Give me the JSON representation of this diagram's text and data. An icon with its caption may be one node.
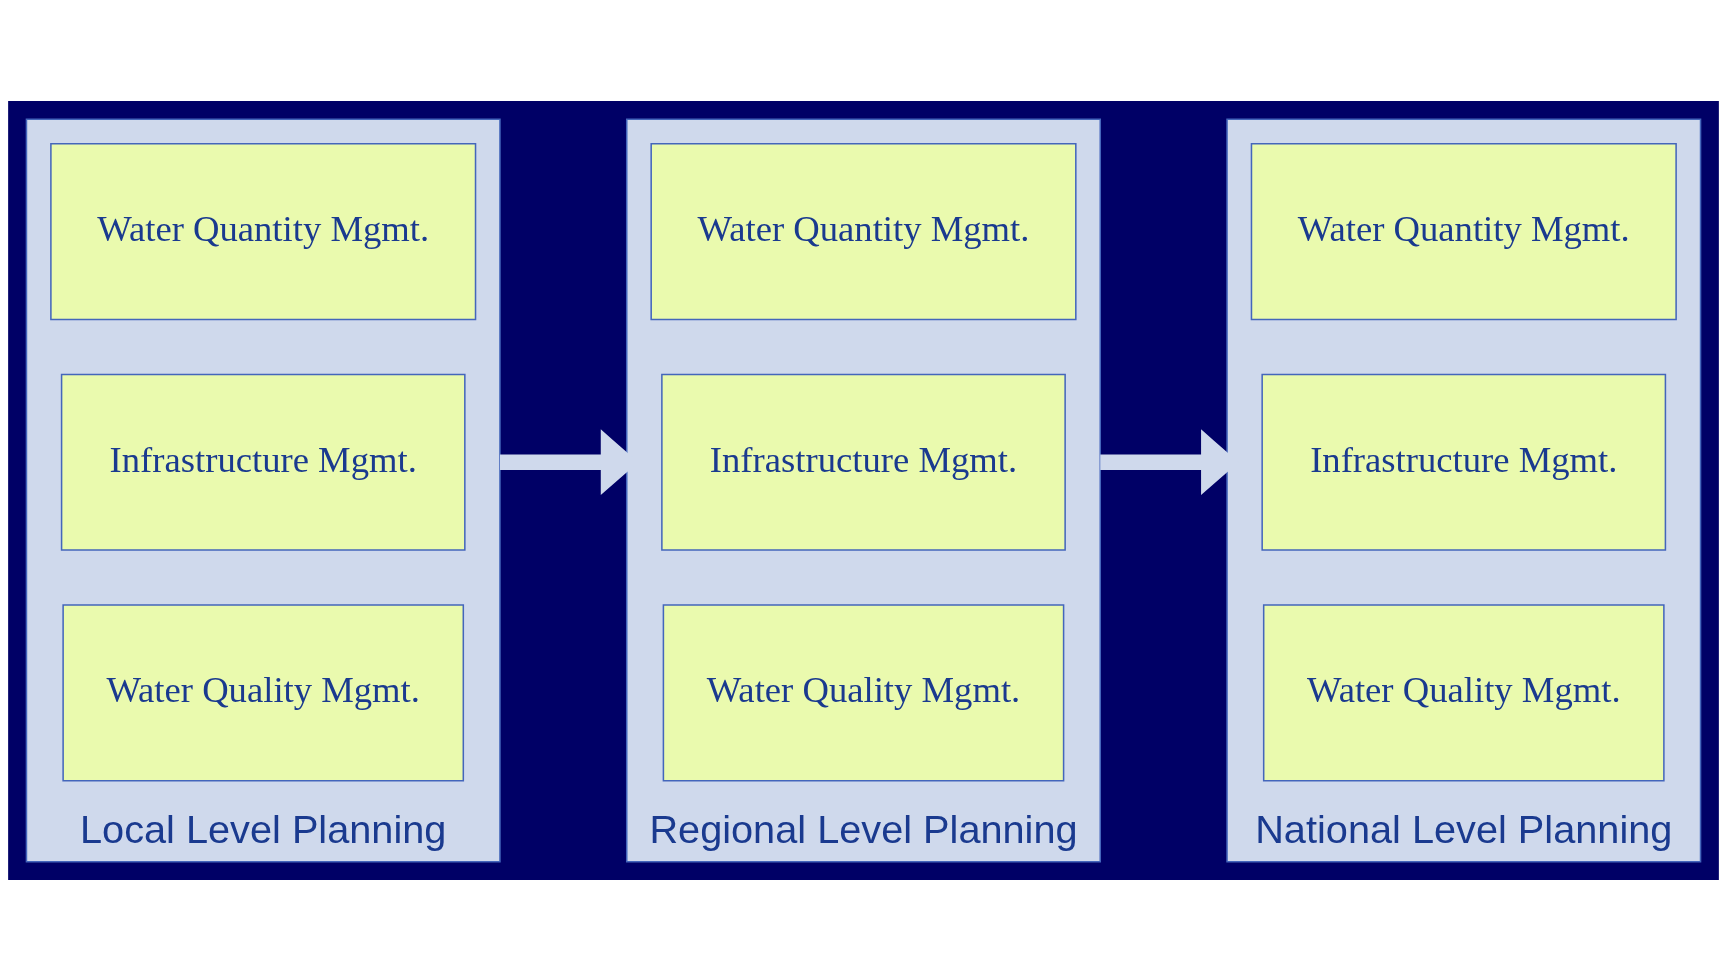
{
  "diagram": {
    "nodes": [
      {
        "text": [
          "Local Level Planning"
        ]
      },
      {
        "text": [
          "Water Quantity Mgmt."
        ],
        "in": 0
      },
      {
        "text": [
          "Infrastructure Mgmt."
        ],
        "in": 0
      },
      {
        "text": [
          "Water Quality Mgmt."
        ],
        "in": 0
      },
      {
        "text": [
          "Regional Level Planning"
        ]
      },
      {
        "text": [
          "Water Quantity Mgmt."
        ],
        "in": 4
      },
      {
        "text": [
          "Infrastructure Mgmt."
        ],
        "in": 4
      },
      {
        "text": [
          "Water Quality Mgmt."
        ],
        "in": 4
      },
      {
        "text": [
          "National Level Planning"
        ]
      },
      {
        "text": [
          "Water Quantity Mgmt."
        ],
        "in": 8
      },
      {
        "text": [
          "Infrastructure Mgmt."
        ],
        "in": 8
      },
      {
        "text": [
          "Water Quality Mgmt."
        ],
        "in": 8
      }
    ],
    "edges": [
      {
        "from": 0,
        "to": 4,
        "arrow": "to"
      },
      {
        "from": 4,
        "to": 8,
        "arrow": "to"
      }
    ]
  }
}
